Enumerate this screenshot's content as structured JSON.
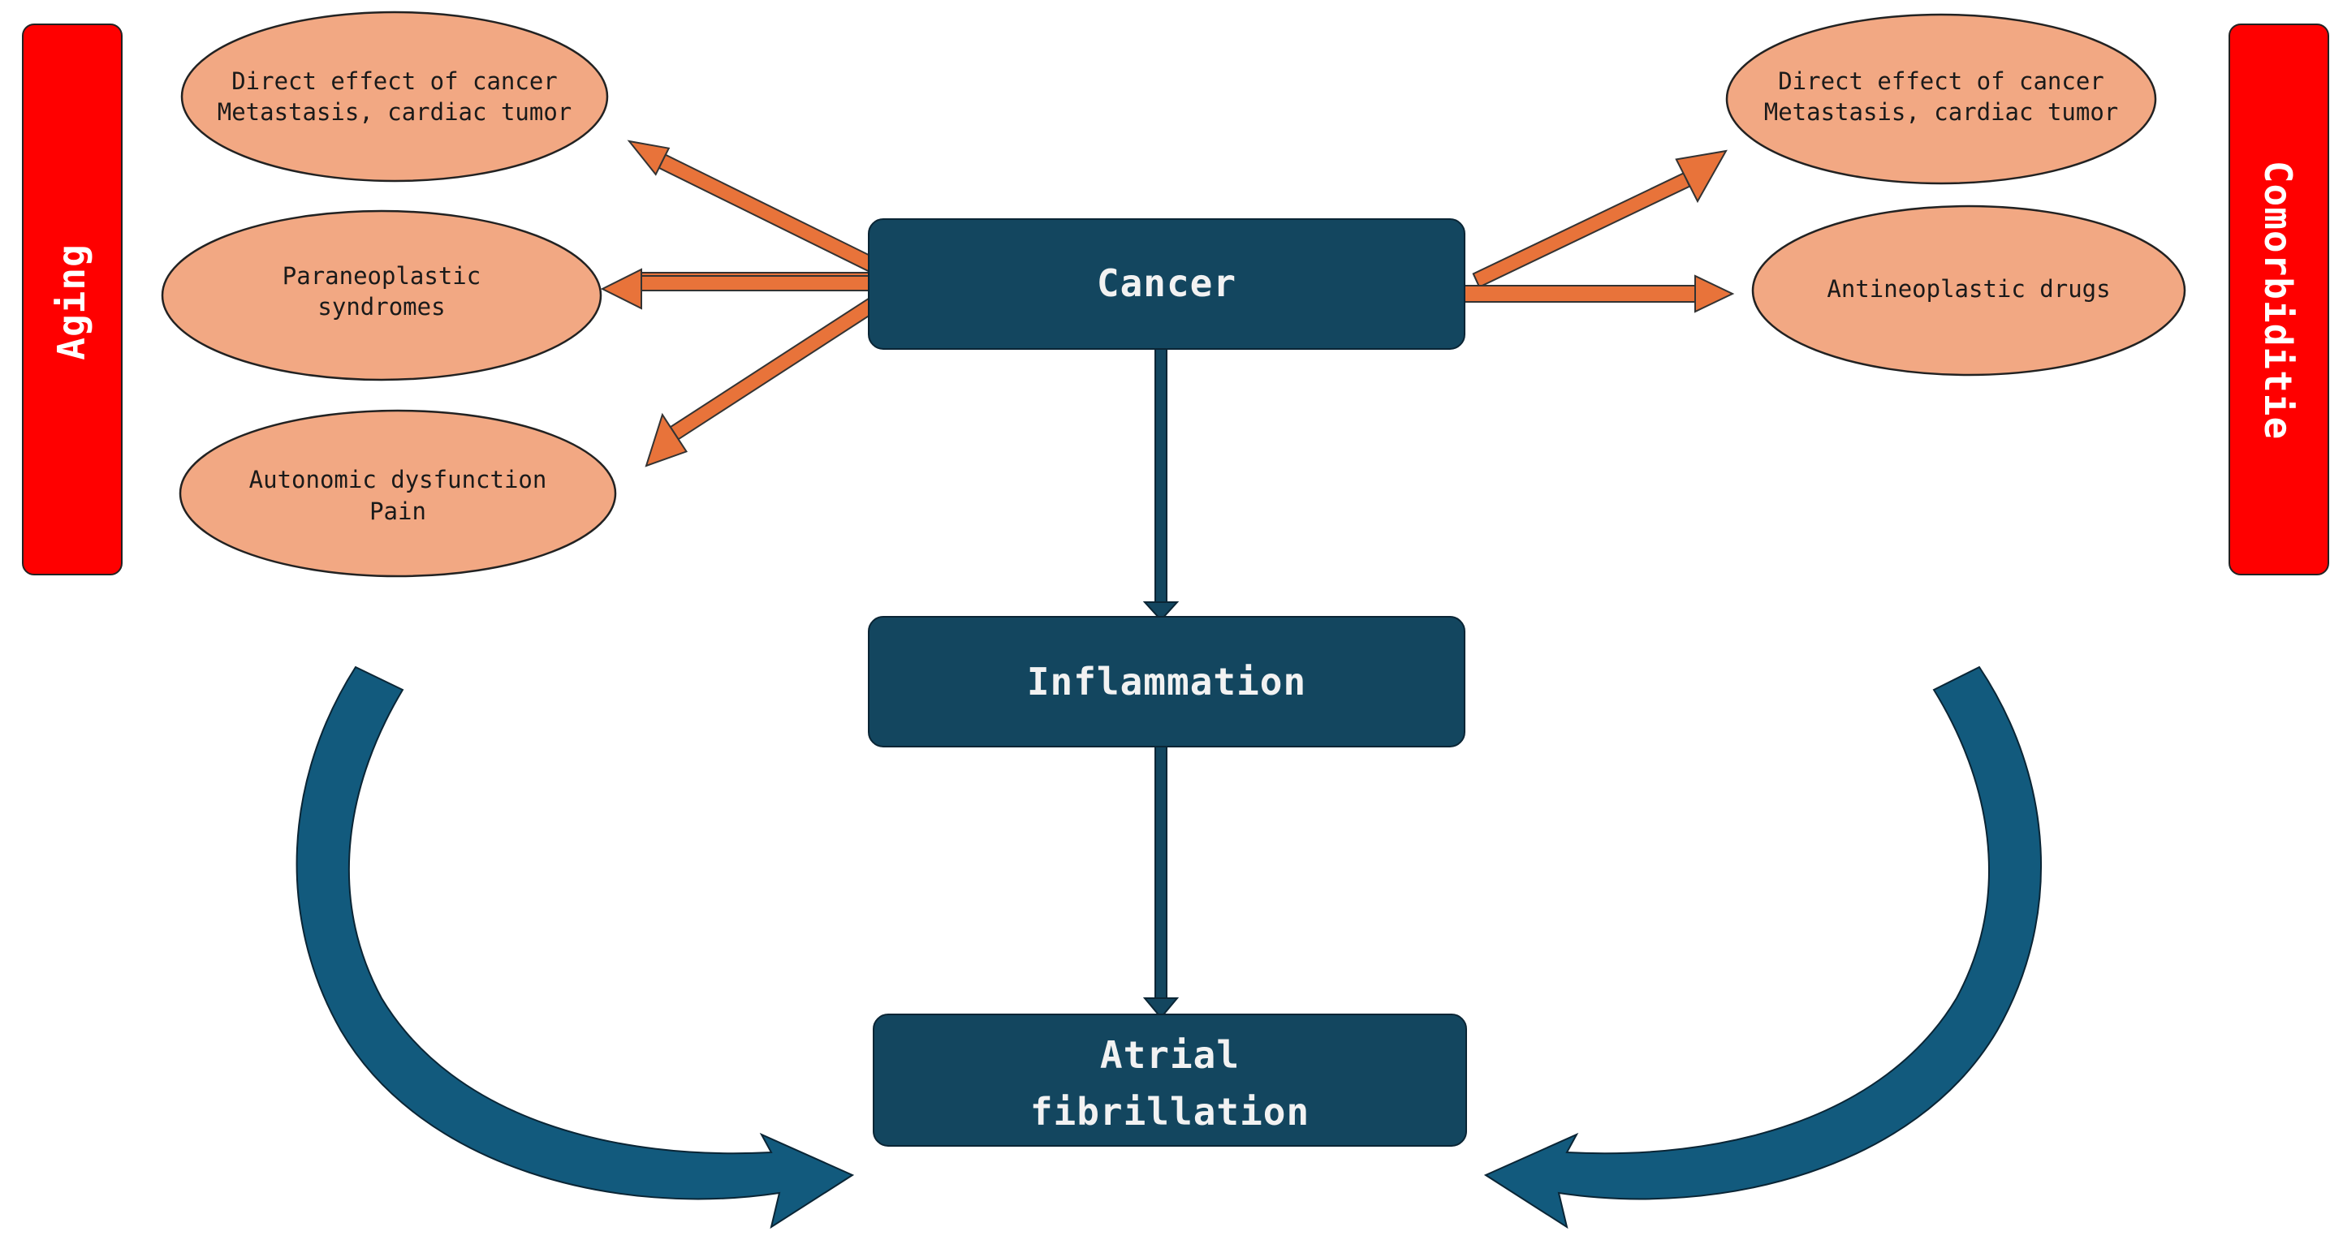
{
  "side_labels": {
    "left": "Aging",
    "right": "Comorbiditie"
  },
  "boxes": {
    "cancer": "Cancer",
    "inflammation": "Inflammation",
    "af_line1": "Atrial",
    "af_line2": "fibrillation"
  },
  "ovals": {
    "left_top": {
      "line1": "Direct effect of cancer",
      "line2": "Metastasis, cardiac tumor"
    },
    "left_mid": {
      "line1": "Paraneoplastic",
      "line2": "syndromes"
    },
    "left_bottom": {
      "line1": "Autonomic dysfunction",
      "line2": "Pain"
    },
    "right_top": {
      "line1": "Direct effect of cancer",
      "line2": "Metastasis, cardiac tumor"
    },
    "right_mid": {
      "line1": "Antineoplastic drugs"
    }
  },
  "colors": {
    "box_fill": "#13465f",
    "oval_fill": "#f2a883",
    "orange_arrow": "#e8733a",
    "side_bar": "#ff0000",
    "curved_arrow": "#125a7d"
  }
}
